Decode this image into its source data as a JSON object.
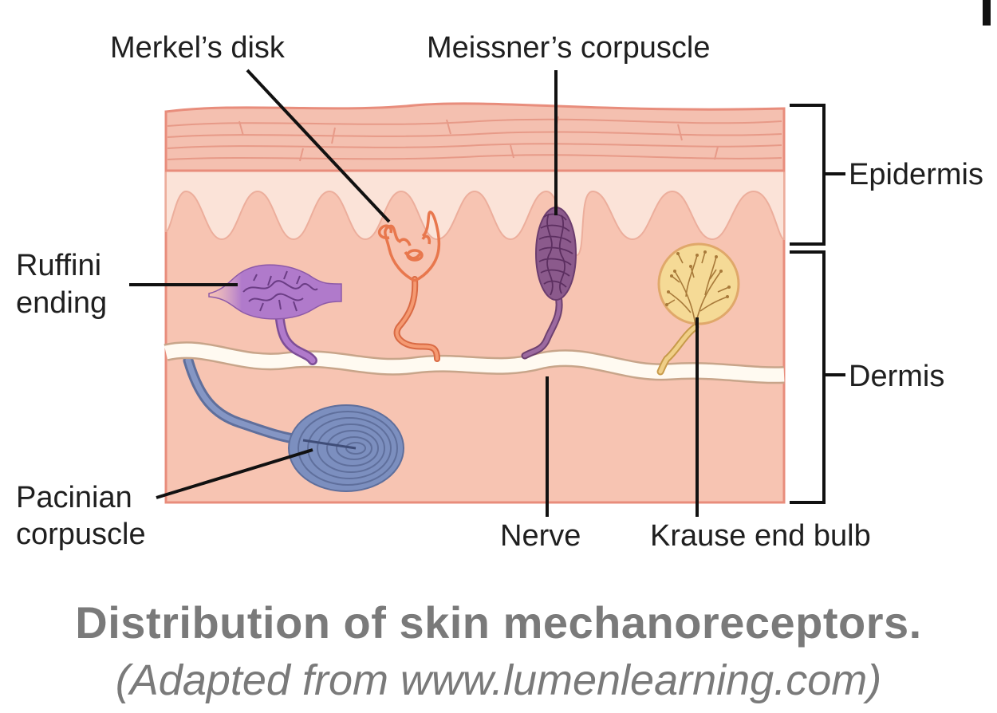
{
  "labels": {
    "merkels_disk": "Merkel’s disk",
    "meissners_corpuscle": "Meissner’s corpuscle",
    "epidermis": "Epidermis",
    "ruffini_line1": "Ruffini",
    "ruffini_line2": "ending",
    "dermis": "Dermis",
    "pacinian_line1": "Pacinian",
    "pacinian_line2": "corpuscle",
    "nerve": "Nerve",
    "krause_end_bulb": "Krause end bulb"
  },
  "caption": {
    "title": "Distribution of skin mechanoreceptors.",
    "source": "(Adapted from www.lumenlearning.com)"
  },
  "colors": {
    "epidermis_outer": "#f4c0b0",
    "epidermis_inner": "#fbe1d6",
    "dermis": "#f7c4b2",
    "border": "#e88d7c",
    "nerve": "#fffaf1",
    "ruffini": "#a86bc6",
    "merkel": "#f08a60",
    "meissner": "#8b5a8c",
    "pacinian": "#7c8fbf",
    "krause": "#f4d68c"
  }
}
